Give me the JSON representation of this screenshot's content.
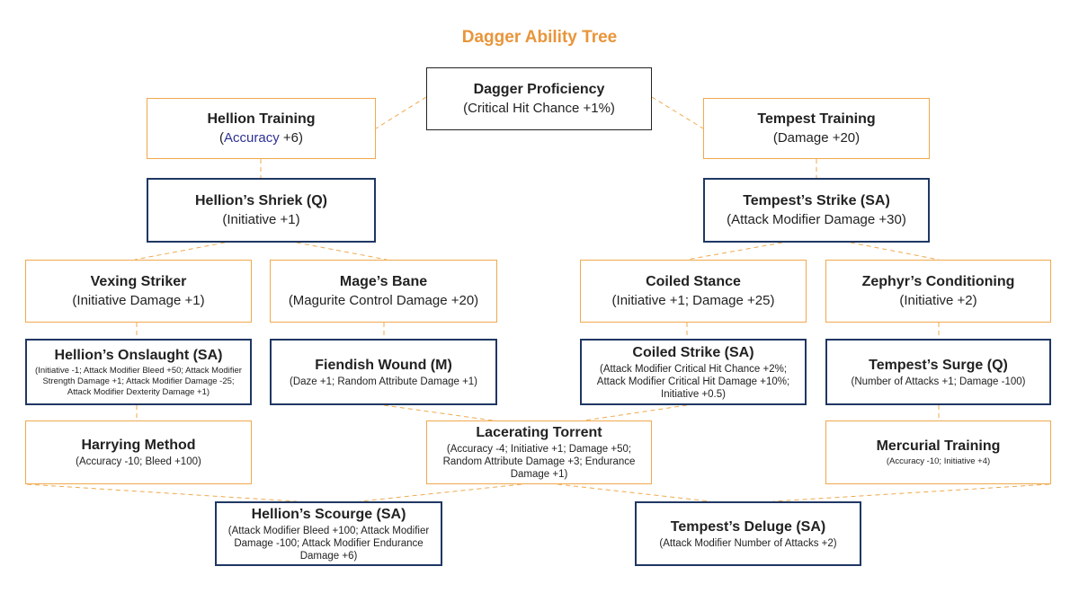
{
  "title": "Dagger Ability Tree",
  "colors": {
    "title": "#e8953a",
    "gold_border": "#f0a94d",
    "blue_border": "#1f3763",
    "connector": "#f0a94d"
  },
  "nodes": {
    "dagger_proficiency": {
      "name": "Dagger Proficiency",
      "effects": "(Critical Hit Chance +1%)"
    },
    "hellion_training": {
      "name": "Hellion Training",
      "effects_open": "(",
      "effects_highlight": "Accuracy",
      "effects_rest": " +6)"
    },
    "tempest_training": {
      "name": "Tempest Training",
      "effects": "(Damage +20)"
    },
    "hellions_shriek": {
      "name": "Hellion’s Shriek  (Q)",
      "effects": "(Initiative +1)"
    },
    "tempests_strike": {
      "name": "Tempest’s Strike (SA)",
      "effects": "(Attack Modifier Damage +30)"
    },
    "vexing_striker": {
      "name": "Vexing Striker",
      "effects": "(Initiative Damage +1)"
    },
    "mages_bane": {
      "name": "Mage’s Bane",
      "effects": "(Magurite Control Damage +20)"
    },
    "coiled_stance": {
      "name": "Coiled Stance",
      "effects": "(Initiative +1; Damage +25)"
    },
    "zephyrs_conditioning": {
      "name": "Zephyr’s Conditioning",
      "effects": "(Initiative +2)"
    },
    "hellions_onslaught": {
      "name": "Hellion’s Onslaught (SA)",
      "effects": "(Initiative -1; Attack Modifier Bleed +50; Attack Modifier Strength Damage +1; Attack Modifier Damage -25; Attack Modifier Dexterity Damage +1)"
    },
    "fiendish_wound": {
      "name": "Fiendish Wound (M)",
      "effects": "(Daze +1; Random Attribute Damage +1)"
    },
    "coiled_strike": {
      "name": "Coiled Strike (SA)",
      "effects": "(Attack Modifier Critical Hit Chance +2%; Attack Modifier Critical Hit Damage +10%; Initiative +0.5)"
    },
    "tempests_surge": {
      "name": "Tempest’s Surge (Q)",
      "effects": "(Number of Attacks +1; Damage -100)"
    },
    "harrying_method": {
      "name": "Harrying Method",
      "effects": "(Accuracy -10; Bleed +100)"
    },
    "lacerating_torrent": {
      "name": "Lacerating Torrent",
      "effects": "(Accuracy -4; Initiative +1; Damage +50; Random Attribute Damage +3; Endurance Damage +1)"
    },
    "mercurial_training": {
      "name": "Mercurial Training",
      "effects": "(Accuracy -10; Initiative +4)"
    },
    "hellions_scourge": {
      "name": "Hellion’s Scourge (SA)",
      "effects": "(Attack Modifier Bleed +100; Attack Modifier Damage -100; Attack Modifier Endurance Damage +6)"
    },
    "tempests_deluge": {
      "name": "Tempest’s Deluge (SA)",
      "effects": "(Attack Modifier Number of Attacks +2)"
    }
  }
}
